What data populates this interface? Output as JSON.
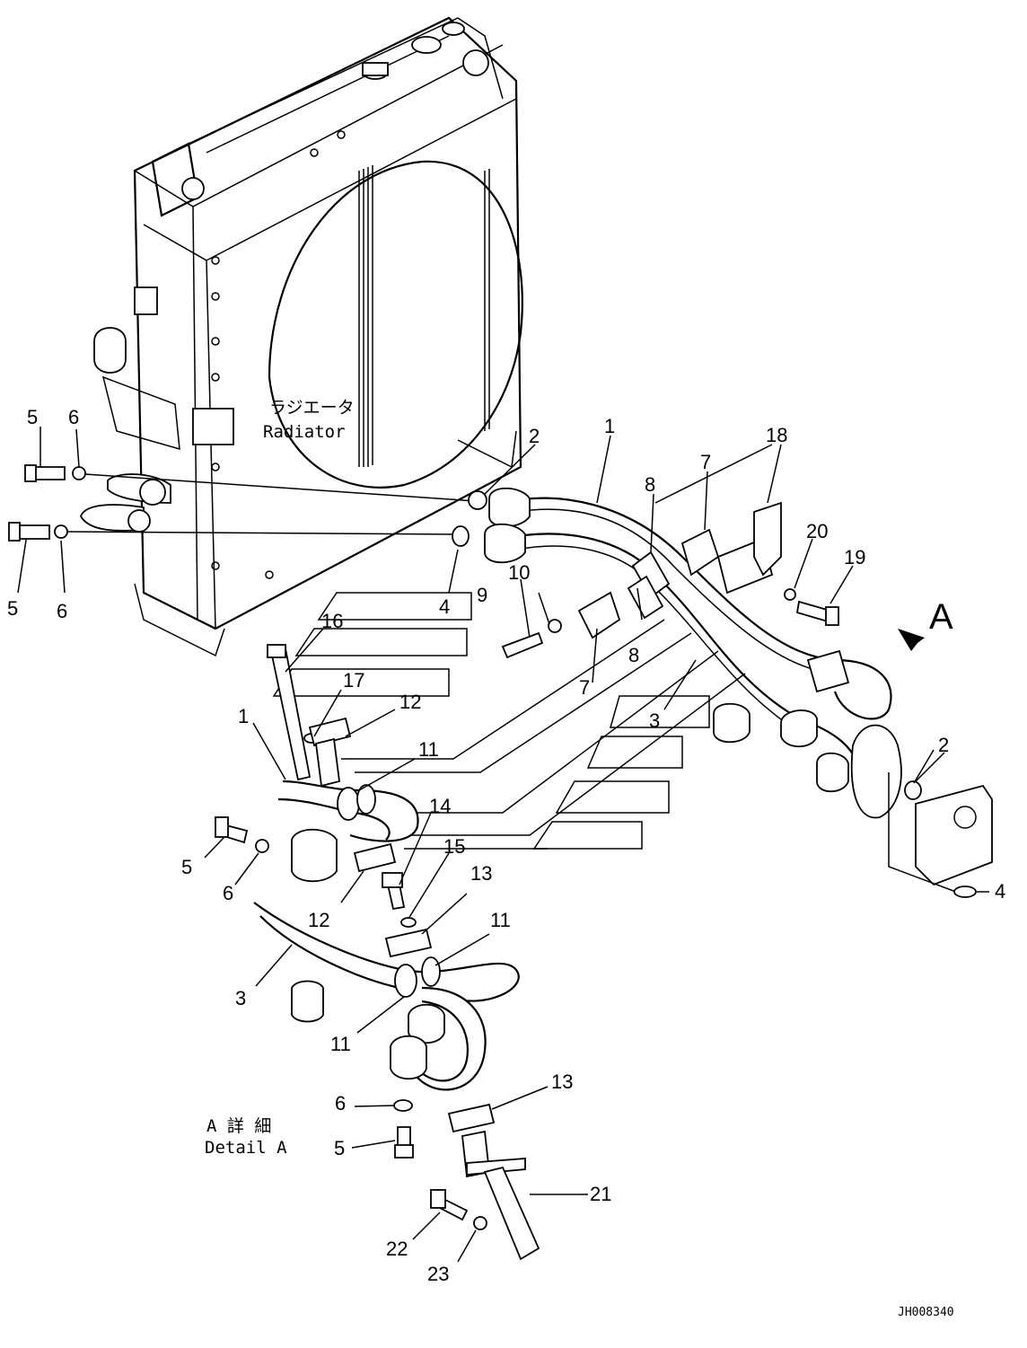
{
  "drawing": {
    "radiator_label_jp": "ラジエータ",
    "radiator_label_en": "Radiator",
    "detail_label_jp": "A 詳 細",
    "detail_label_en": "Detail A",
    "view_letter": "A",
    "drawing_number": "JH008340"
  },
  "callouts": [
    {
      "id": "c1a",
      "text": "1"
    },
    {
      "id": "c2a",
      "text": "2"
    },
    {
      "id": "c3a",
      "text": "3"
    },
    {
      "id": "c4a",
      "text": "4"
    },
    {
      "id": "c5a",
      "text": "5"
    },
    {
      "id": "c5b",
      "text": "5"
    },
    {
      "id": "c6a",
      "text": "6"
    },
    {
      "id": "c6b",
      "text": "6"
    },
    {
      "id": "c7a",
      "text": "7"
    },
    {
      "id": "c7b",
      "text": "7"
    },
    {
      "id": "c8a",
      "text": "8"
    },
    {
      "id": "c8b",
      "text": "8"
    },
    {
      "id": "c9",
      "text": "9"
    },
    {
      "id": "c10",
      "text": "10"
    },
    {
      "id": "c18",
      "text": "18"
    },
    {
      "id": "c19",
      "text": "19"
    },
    {
      "id": "c20",
      "text": "20"
    },
    {
      "id": "c2b",
      "text": "2"
    },
    {
      "id": "c4b",
      "text": "4"
    },
    {
      "id": "c16",
      "text": "16"
    },
    {
      "id": "c17",
      "text": "17"
    },
    {
      "id": "c12a",
      "text": "12"
    },
    {
      "id": "c1b",
      "text": "1"
    },
    {
      "id": "c11a",
      "text": "11"
    },
    {
      "id": "c14",
      "text": "14"
    },
    {
      "id": "c15",
      "text": "15"
    },
    {
      "id": "c5c",
      "text": "5"
    },
    {
      "id": "c6c",
      "text": "6"
    },
    {
      "id": "c12b",
      "text": "12"
    },
    {
      "id": "c13a",
      "text": "13"
    },
    {
      "id": "c11b",
      "text": "11"
    },
    {
      "id": "c3b",
      "text": "3"
    },
    {
      "id": "c11c",
      "text": "11"
    },
    {
      "id": "c13b",
      "text": "13"
    },
    {
      "id": "c6d",
      "text": "6"
    },
    {
      "id": "c5d",
      "text": "5"
    },
    {
      "id": "c21",
      "text": "21"
    },
    {
      "id": "c22",
      "text": "22"
    },
    {
      "id": "c23",
      "text": "23"
    }
  ]
}
